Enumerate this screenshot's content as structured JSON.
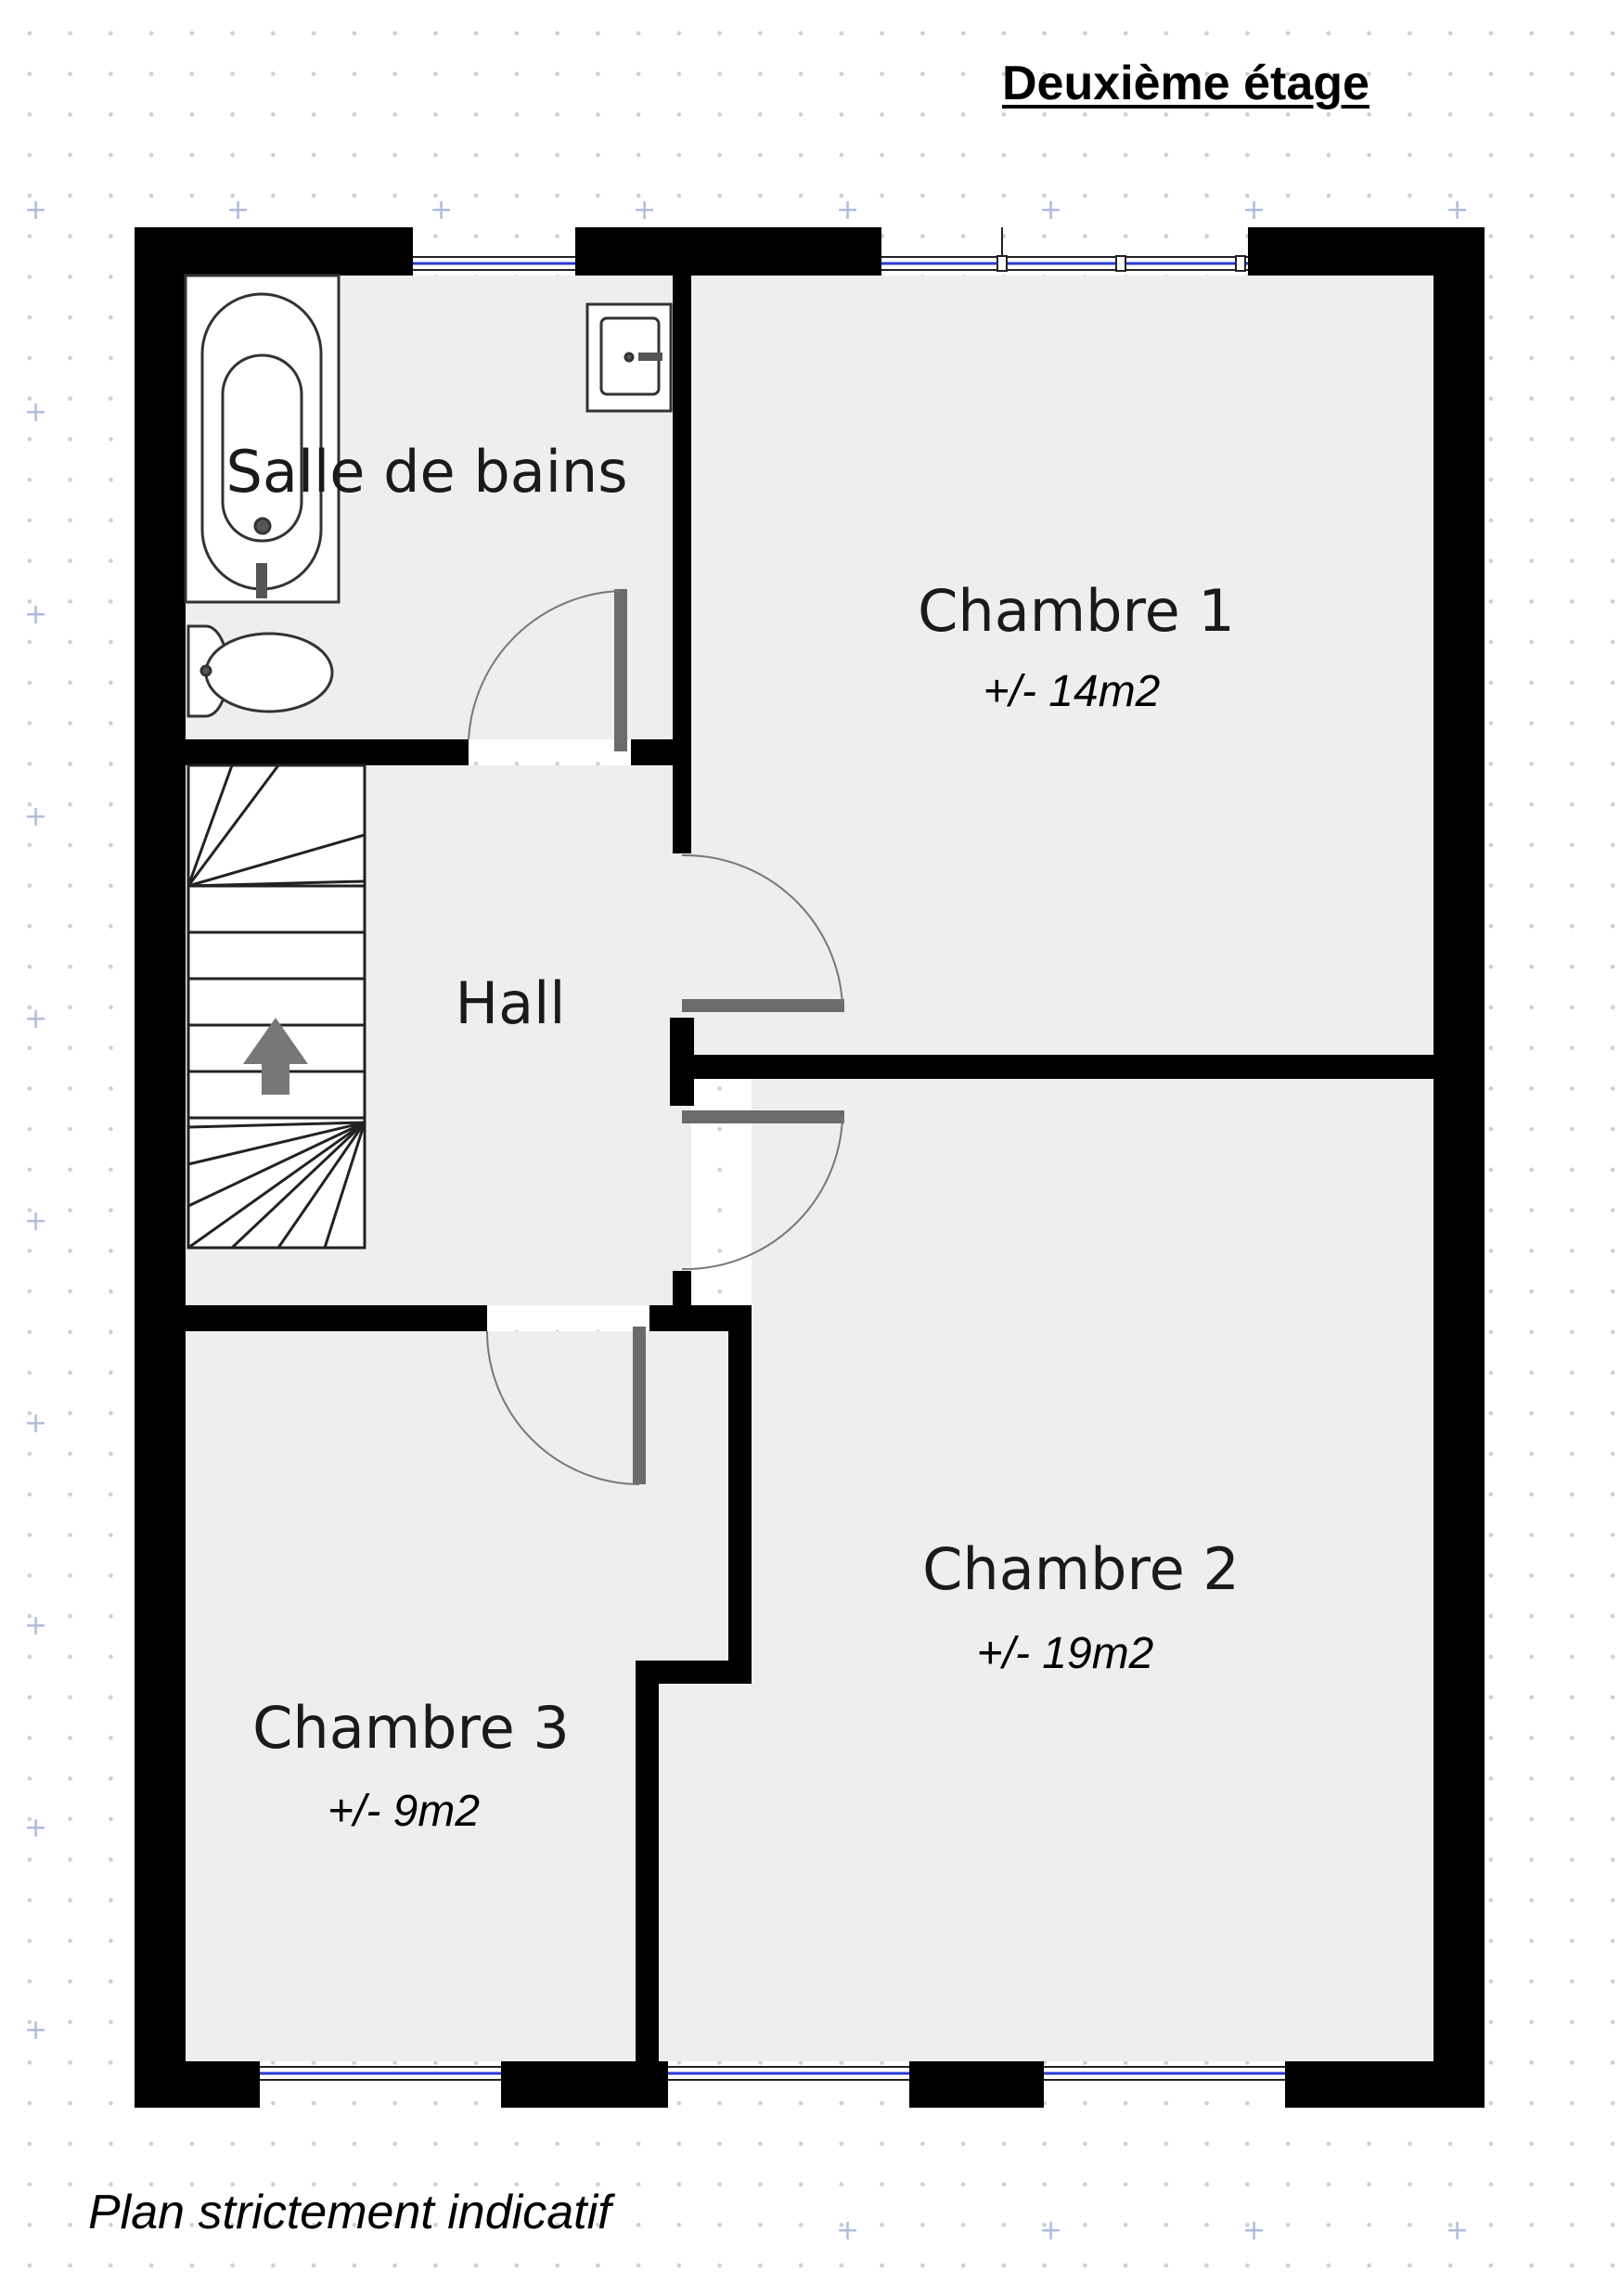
{
  "floor_title": "Deuxième étage",
  "footer_note": "Plan strictement indicatif",
  "rooms": {
    "bathroom": {
      "name": "Salle de bains"
    },
    "bedroom1": {
      "name": "Chambre 1",
      "area": "+/- 14m2"
    },
    "hall": {
      "name": "Hall"
    },
    "bedroom2": {
      "name": "Chambre 2",
      "area": "+/- 19m2"
    },
    "bedroom3": {
      "name": "Chambre 3",
      "area": "+/- 9m2"
    }
  },
  "colors": {
    "wall": "#000000",
    "floor": "#eeeeee",
    "door_leaf": "#6b6b6b",
    "window_glass": "#2a3bd6",
    "grid_dot": "#c9cfdc",
    "grid_cross": "#aebcdd"
  },
  "icons": [
    "stairs-up-arrow-icon",
    "bathtub-icon",
    "toilet-icon",
    "sink-icon"
  ]
}
